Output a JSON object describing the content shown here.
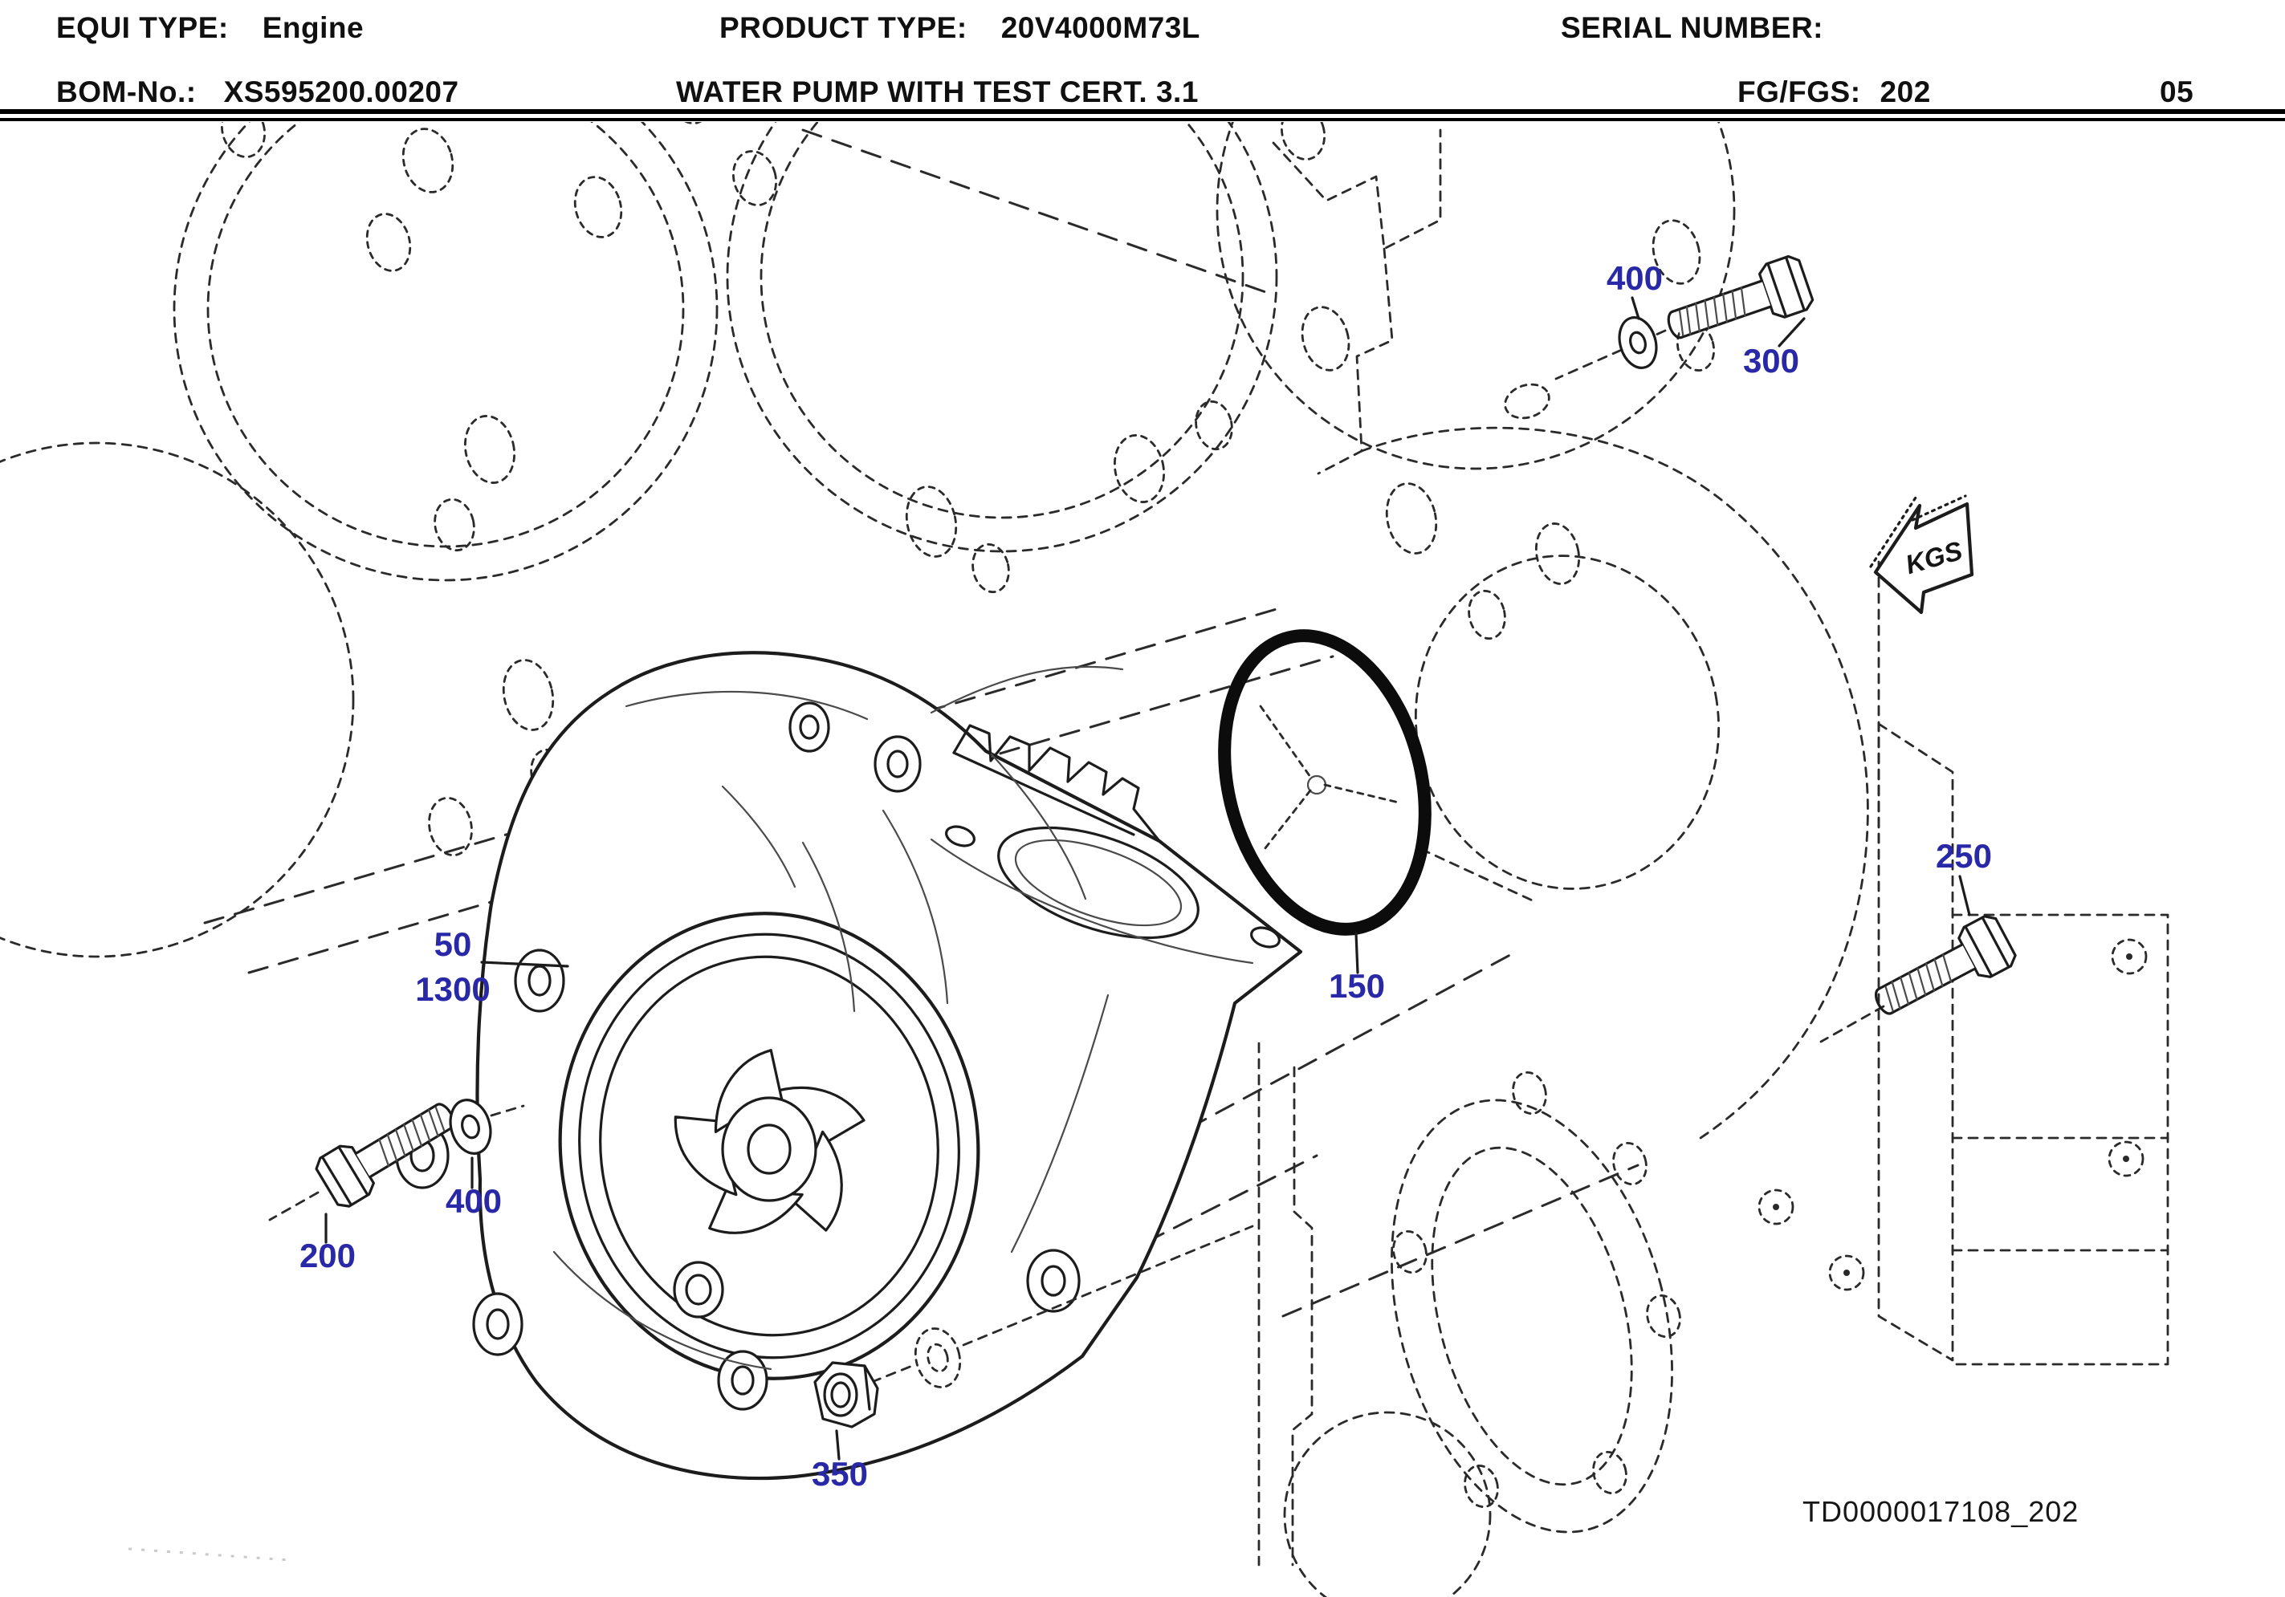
{
  "header": {
    "equi_type_label": "EQUI TYPE:",
    "equi_type_value": "Engine",
    "product_type_label": "PRODUCT TYPE:",
    "product_type_value": "20V4000M73L",
    "serial_number_label": "SERIAL NUMBER:",
    "serial_number_value": "",
    "bom_label": "BOM-No.:",
    "bom_value": "XS595200.00207",
    "title": "WATER PUMP WITH TEST CERT. 3.1",
    "fg_label": "FG/FGS:",
    "fg_value": "202",
    "sheet_number": "05"
  },
  "diagram": {
    "callouts": [
      {
        "id": "washer-top",
        "label": "400"
      },
      {
        "id": "bolt-top",
        "label": "300"
      },
      {
        "id": "bolt-right",
        "label": "250"
      },
      {
        "id": "o-ring",
        "label": "150"
      },
      {
        "id": "pump-group",
        "label": "50"
      },
      {
        "id": "water-pump",
        "label": "1300"
      },
      {
        "id": "washer-left",
        "label": "400"
      },
      {
        "id": "bolt-left",
        "label": "200"
      },
      {
        "id": "nut-bottom",
        "label": "350"
      }
    ],
    "direction_arrow_label": "KGS",
    "drawing_code": "TD0000017108_202",
    "colors": {
      "callout_blue": "#2929A8",
      "line_black": "#1C1C1C"
    }
  }
}
